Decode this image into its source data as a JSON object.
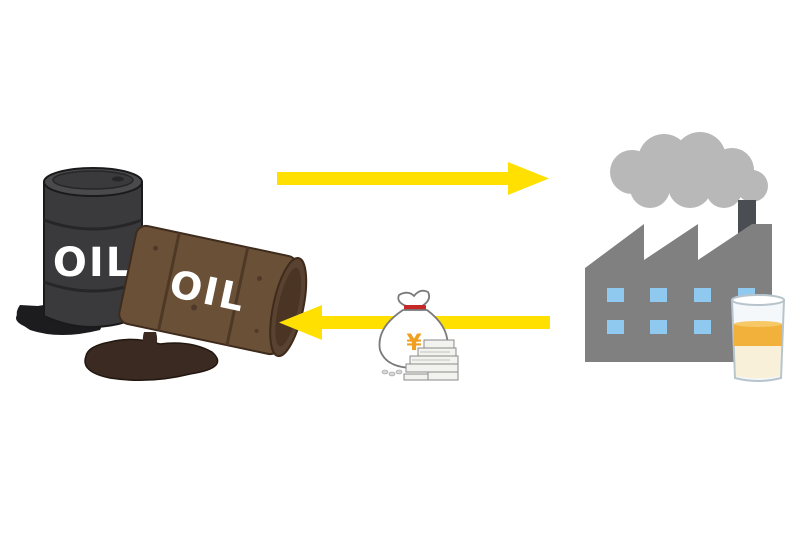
{
  "barrels": {
    "black_barrel_text": "OIL",
    "rusty_barrel_text": "OIL"
  },
  "money_bag": {
    "currency_symbol": "¥"
  },
  "arrows": {
    "top_direction": "right",
    "bottom_direction": "left",
    "color": "#ffe000"
  },
  "icons": [
    "oil-barrel-icon",
    "spilled-oil-barrel-icon",
    "money-bag-icon",
    "cash-stack-icon",
    "factory-icon",
    "smoke-icon",
    "glass-of-oil-icon"
  ],
  "colors": {
    "background": "#ffffff",
    "arrow": "#ffe000",
    "black_barrel": "#3a3a3c",
    "rusty_barrel": "#6b5038",
    "oil_spill": "#3a2a22",
    "factory": "#808080",
    "factory_window": "#8fc9f0",
    "smoke": "#b8b8b8",
    "glass_oil": "#f2b13a"
  }
}
